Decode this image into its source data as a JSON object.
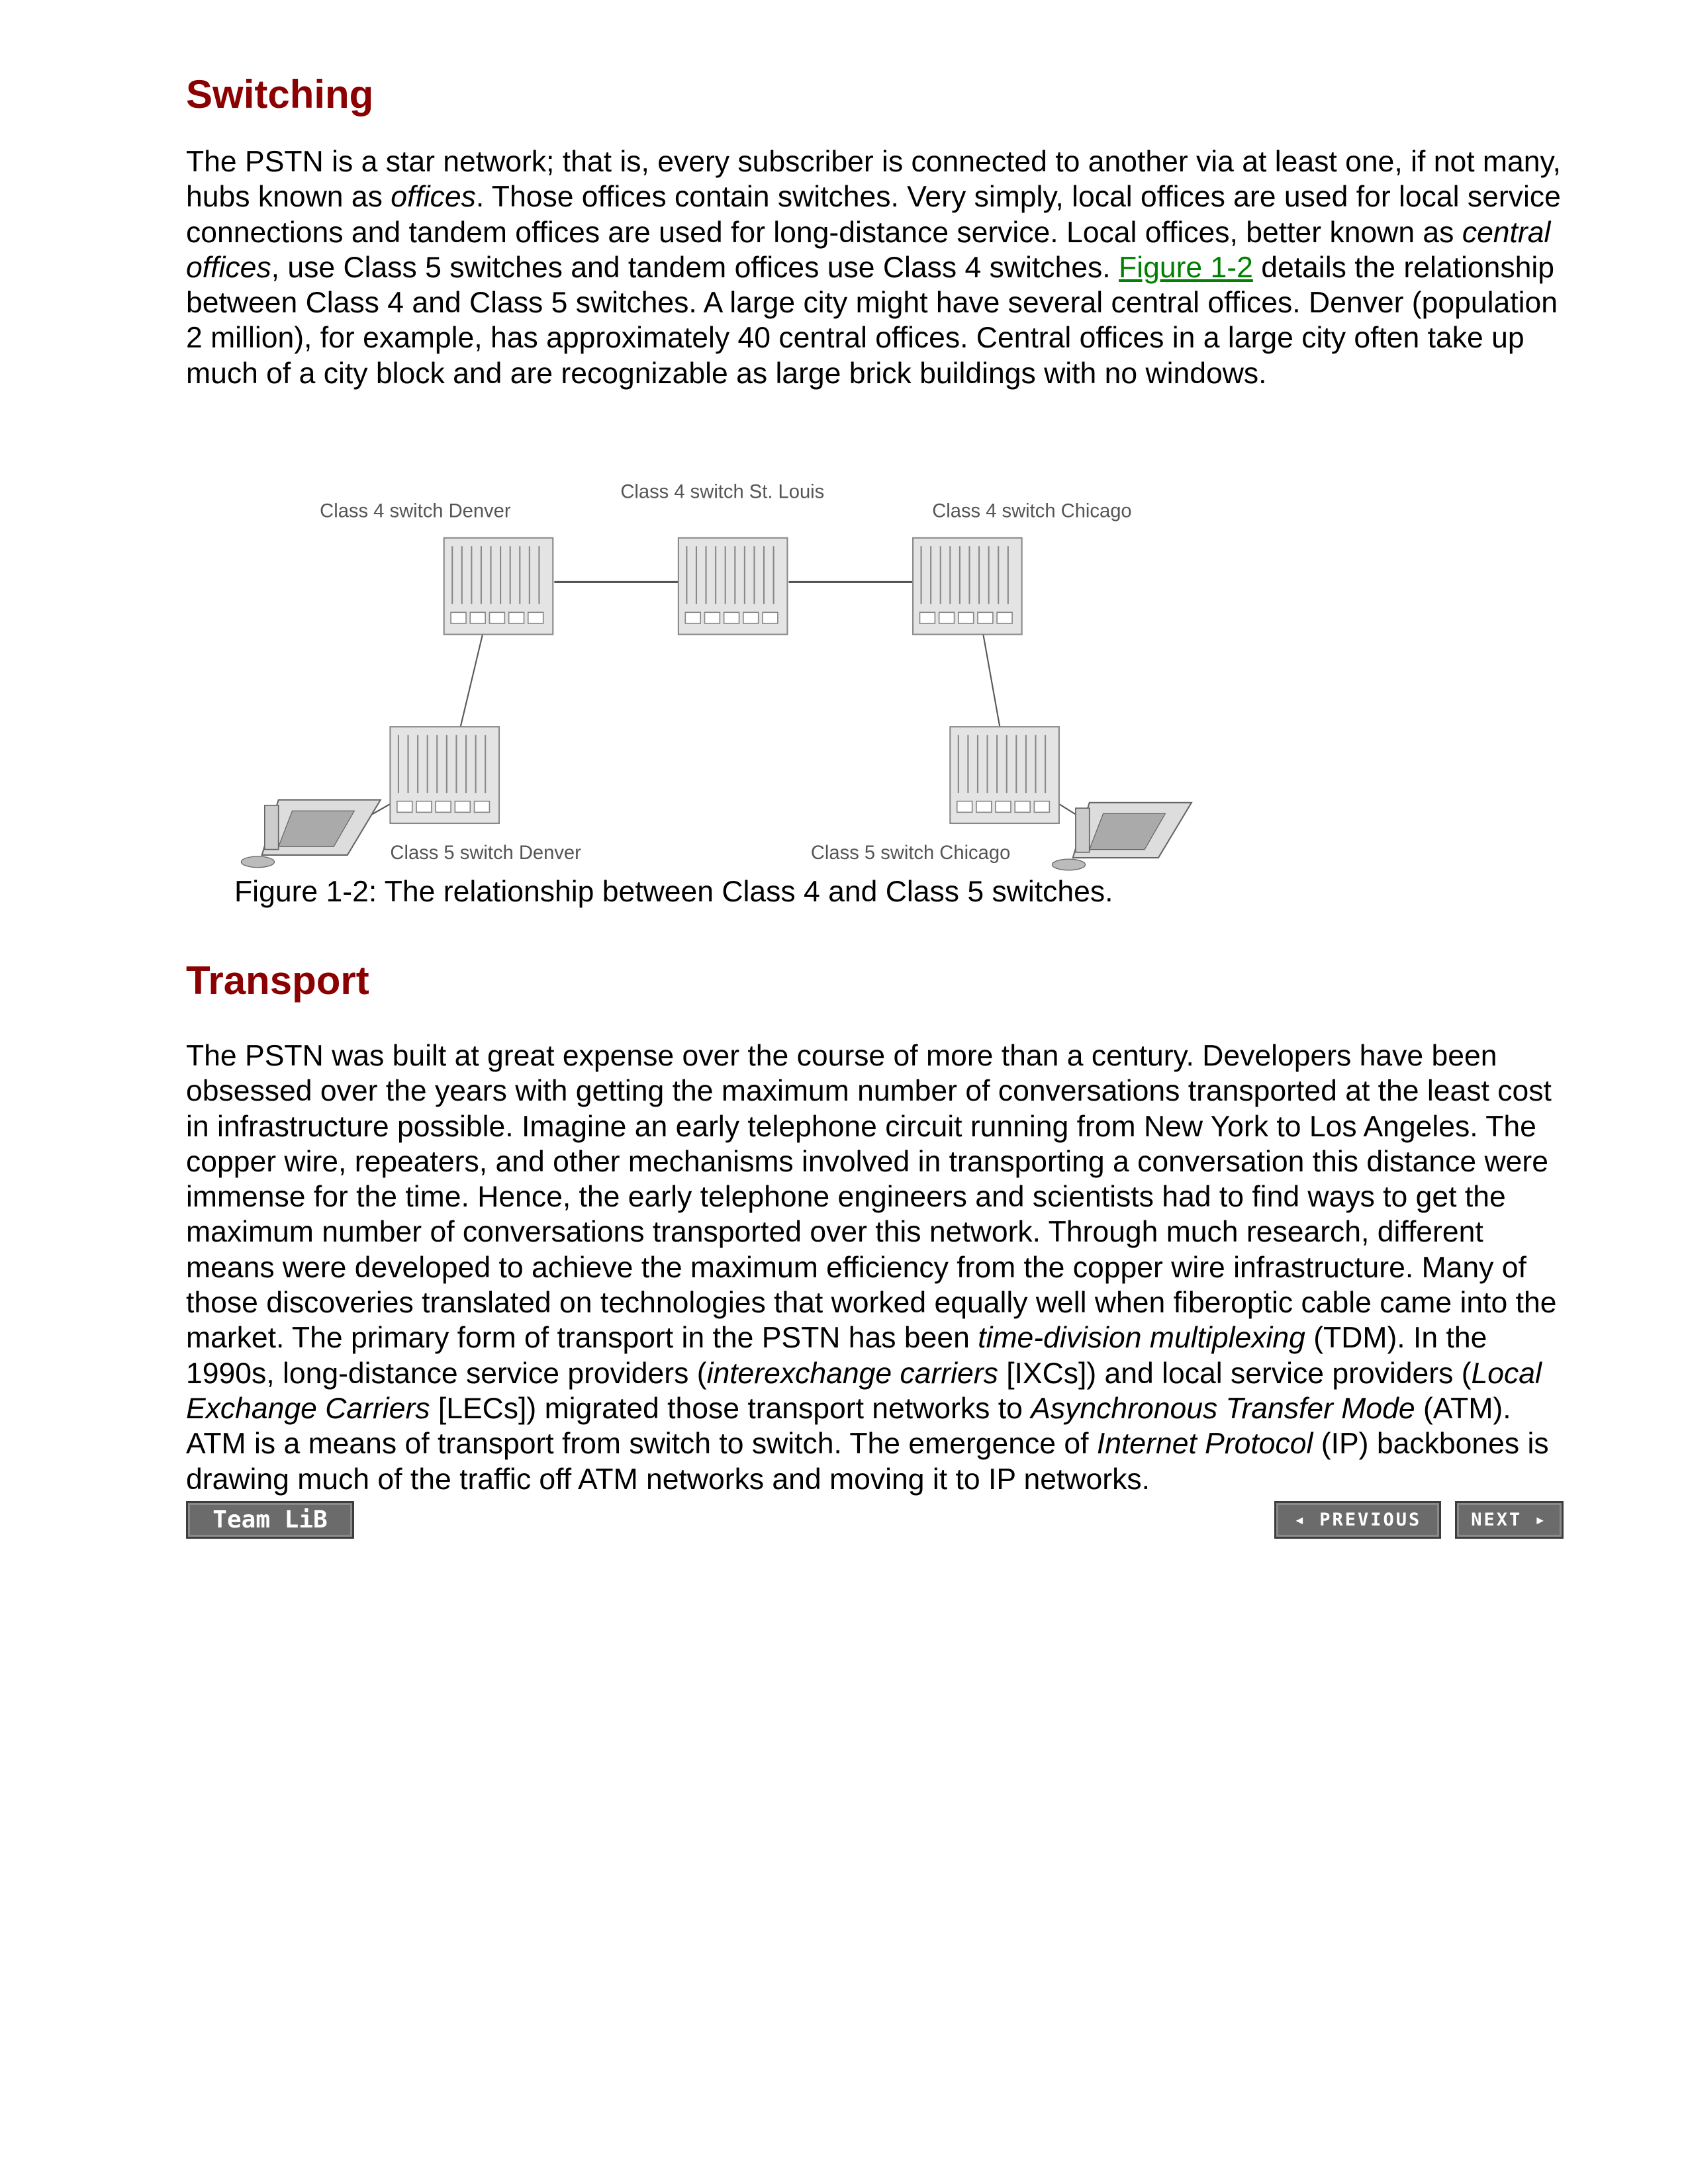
{
  "switching": {
    "heading": "Switching",
    "paragraph": [
      {
        "t": "The PSTN is a star network; that is, every subscriber is connected to another via at least one, if not many, hubs known as "
      },
      {
        "t": "offices",
        "i": true
      },
      {
        "t": ". Those offices contain switches. Very simply, local offices are used for local service connections and tandem offices are used for long-distance service. Local offices, better known as "
      },
      {
        "t": "central offices",
        "i": true
      },
      {
        "t": ", use Class 5 switches and tandem offices use Class 4 switches. "
      },
      {
        "t": "Figure 1-2",
        "link": true
      },
      {
        "t": " details the relationship between Class 4 and Class 5 switches. A large city might have several central offices. Denver (population 2 million), for example, has approximately 40 central offices. Central offices in a large city often take up much of a city block and are recognizable as large brick buildings with no windows."
      }
    ]
  },
  "figure": {
    "labels": {
      "c4_denver": "Class 4 switch Denver",
      "c4_stlouis": "Class 4 switch St. Louis",
      "c4_chicago": "Class 4 switch Chicago",
      "c5_denver": "Class 5 switch Denver",
      "c5_chicago": "Class 5 switch Chicago"
    },
    "caption": "Figure 1-2: The relationship between Class 4 and Class 5 switches."
  },
  "transport": {
    "heading": "Transport",
    "paragraph": [
      {
        "t": "The PSTN was built at great expense over the course of more than a century. Developers have been obsessed over the years with getting the maximum number of conversations transported at the least cost in infrastructure possible. Imagine an early telephone circuit running from New York to Los Angeles. The copper wire, repeaters, and other mechanisms involved in transporting a conversation this distance were immense for the time. Hence, the early telephone engineers and scientists had to find ways to get the maximum number of conversations transported over this network. Through much research, different means were developed to achieve the maximum efficiency from the copper wire infrastructure. Many of those discoveries translated on technologies that worked equally well when fiberoptic cable came into the market. The primary form of transport in the PSTN has been "
      },
      {
        "t": "time-division multiplexing",
        "i": true
      },
      {
        "t": " (TDM). In the 1990s, long-distance service providers ("
      },
      {
        "t": "interexchange carriers",
        "i": true
      },
      {
        "t": " [IXCs]) and local service providers ("
      },
      {
        "t": "Local Exchange Carriers",
        "i": true
      },
      {
        "t": " [LECs]) migrated those transport networks to "
      },
      {
        "t": "Asynchronous Transfer Mode",
        "i": true
      },
      {
        "t": " (ATM). ATM is a means of transport from switch to switch. The emergence of "
      },
      {
        "t": "Internet Protocol",
        "i": true
      },
      {
        "t": " (IP) backbones is drawing much of the traffic off ATM networks and moving it to IP networks."
      }
    ]
  },
  "nav": {
    "team_lib": "Team LiB",
    "previous": "◂ PREVIOUS",
    "next": "NEXT ▸"
  }
}
